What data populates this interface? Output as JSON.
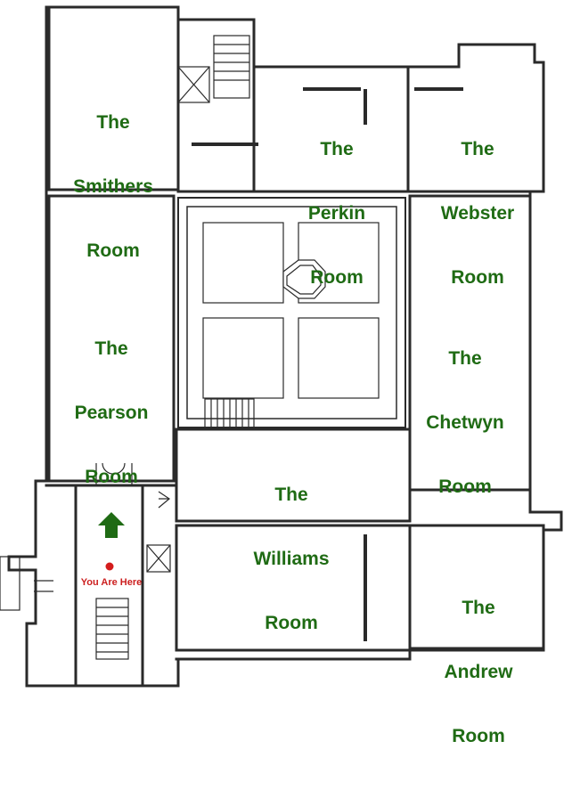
{
  "colors": {
    "room_label": "#1f6b14",
    "wall": "#2a2a2a",
    "you_are_here_dot": "#d41c1c",
    "you_are_here_text": "#cc1f1f",
    "arrow": "#1f6b14"
  },
  "rooms": {
    "smithers": {
      "line1": "The",
      "line2": "Smithers",
      "line3": "Room"
    },
    "perkin": {
      "line1": "The",
      "line2": "Perkin",
      "line3": "Room"
    },
    "webster": {
      "line1": "The",
      "line2": "Webster",
      "line3": "Room"
    },
    "pearson": {
      "line1": "The",
      "line2": "Pearson",
      "line3": "Room"
    },
    "chetwyn": {
      "line1": "The",
      "line2": "Chetwyn",
      "line3": "Room"
    },
    "williams": {
      "line1": "The",
      "line2": "Williams",
      "line3": "Room"
    },
    "andrew": {
      "line1": "The",
      "line2": "Andrew",
      "line3": "Room"
    }
  },
  "you_are_here": {
    "label": "You Are Here",
    "icon": "location-dot-icon"
  },
  "direction_arrow": {
    "icon": "up-arrow-icon"
  }
}
